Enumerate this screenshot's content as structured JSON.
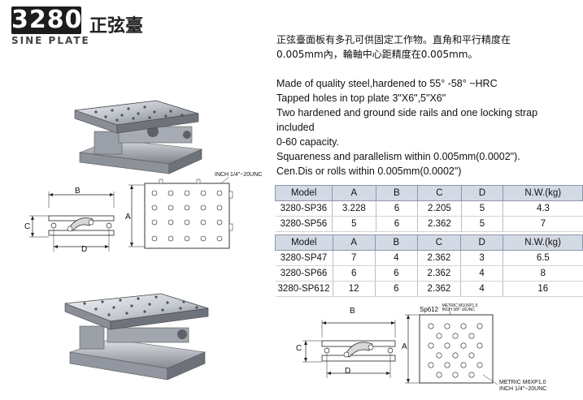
{
  "header": {
    "model_code": "3280",
    "title_zh": "正弦臺",
    "subtitle": "SINE PLATE"
  },
  "description": {
    "zh_line1": "正弦臺面板有多孔可供固定工作物。直角和平行精度在",
    "zh_line2": "0.005mm內，輪軸中心距精度在0.005mm。",
    "en_lines": [
      "Made of quality steel,hardened to 55°  -58°  ~HRC",
      "Tapped holes in top plate 3\"X6\",5\"X6\"",
      "Two hardened and ground side rails and one locking strap",
      "included",
      "0-60 capacity.",
      "Squareness and parallelism within 0.005mm(0.0002\").",
      "Cen.Dis or rolls within 0.005mm(0.0002\")"
    ]
  },
  "table1": {
    "headers": [
      "Model",
      "A",
      "B",
      "C",
      "D",
      "N.W.(kg)"
    ],
    "rows": [
      [
        "3280-SP36",
        "3.228",
        "6",
        "2.205",
        "5",
        "4.3"
      ],
      [
        "3280-SP56",
        "5",
        "6",
        "2.362",
        "5",
        "7"
      ]
    ]
  },
  "table2": {
    "headers": [
      "Model",
      "A",
      "B",
      "C",
      "D",
      "N.W.(kg)"
    ],
    "rows": [
      [
        "3280-SP47",
        "7",
        "4",
        "2.362",
        "3",
        "6.5"
      ],
      [
        "3280-SP66",
        "6",
        "6",
        "2.362",
        "4",
        "8"
      ],
      [
        "3280-SP612",
        "12",
        "6",
        "2.362",
        "4",
        "16"
      ]
    ]
  },
  "diagram1": {
    "dim_a": "A",
    "dim_b": "B",
    "dim_c": "C",
    "dim_d": "D",
    "thread_note": "INCH 1/4\"~20UNC"
  },
  "diagram2": {
    "dim_a": "A",
    "dim_b": "B",
    "dim_c": "C",
    "dim_d": "D",
    "top_note_model": "Sp612",
    "top_note_metric": "METRIC M10XP1.5",
    "top_note_inch": "INCH 3/8\"-16UNC",
    "bottom_note_metric": "METRIC M6XP1.0",
    "bottom_note_inch": "INCH 1/4\"~20UNC"
  },
  "colors": {
    "table_header": "#d4dae5",
    "badge": "#1c1c1c"
  }
}
